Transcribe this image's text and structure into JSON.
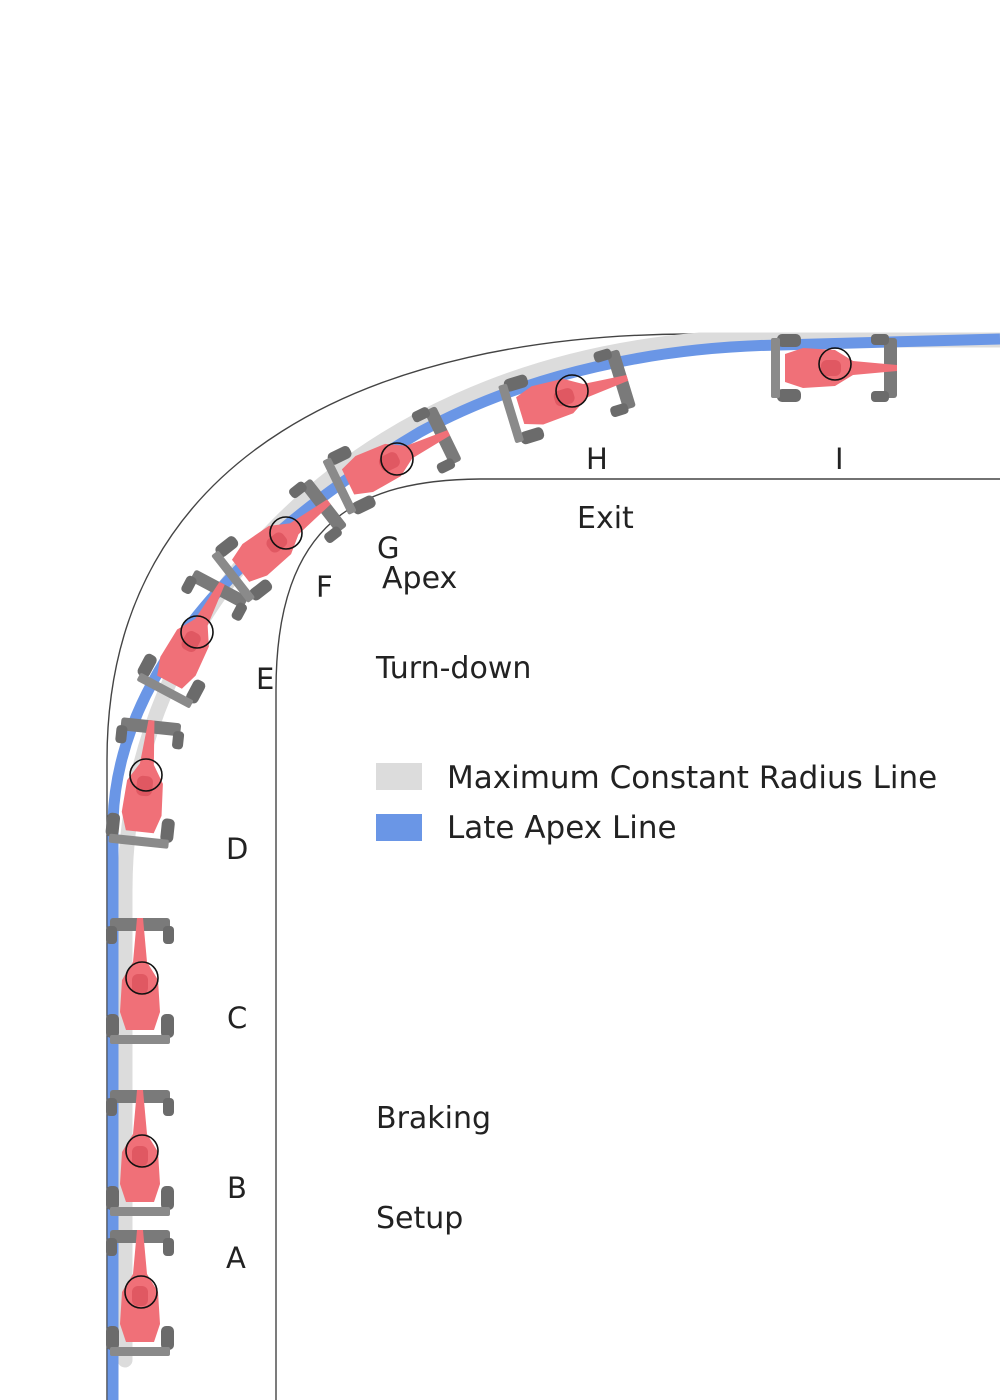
{
  "colors": {
    "max_constant_radius_line": "#dcdcdc",
    "late_apex_line": "#6a96e6",
    "track_edge": "#444444",
    "car_body": "#f07078",
    "car_tire": "#6b6b6b",
    "position_marker": "#111111"
  },
  "points": {
    "a": "A",
    "b": "B",
    "c": "C",
    "d": "D",
    "e": "E",
    "f": "F",
    "g": "G",
    "h": "H",
    "i": "I"
  },
  "phases": {
    "setup": "Setup",
    "braking": "Braking",
    "turn_down": "Turn-down",
    "apex": "Apex",
    "exit": "Exit"
  },
  "legend": {
    "max_constant_radius": "Maximum Constant Radius Line",
    "late_apex": "Late Apex Line"
  }
}
